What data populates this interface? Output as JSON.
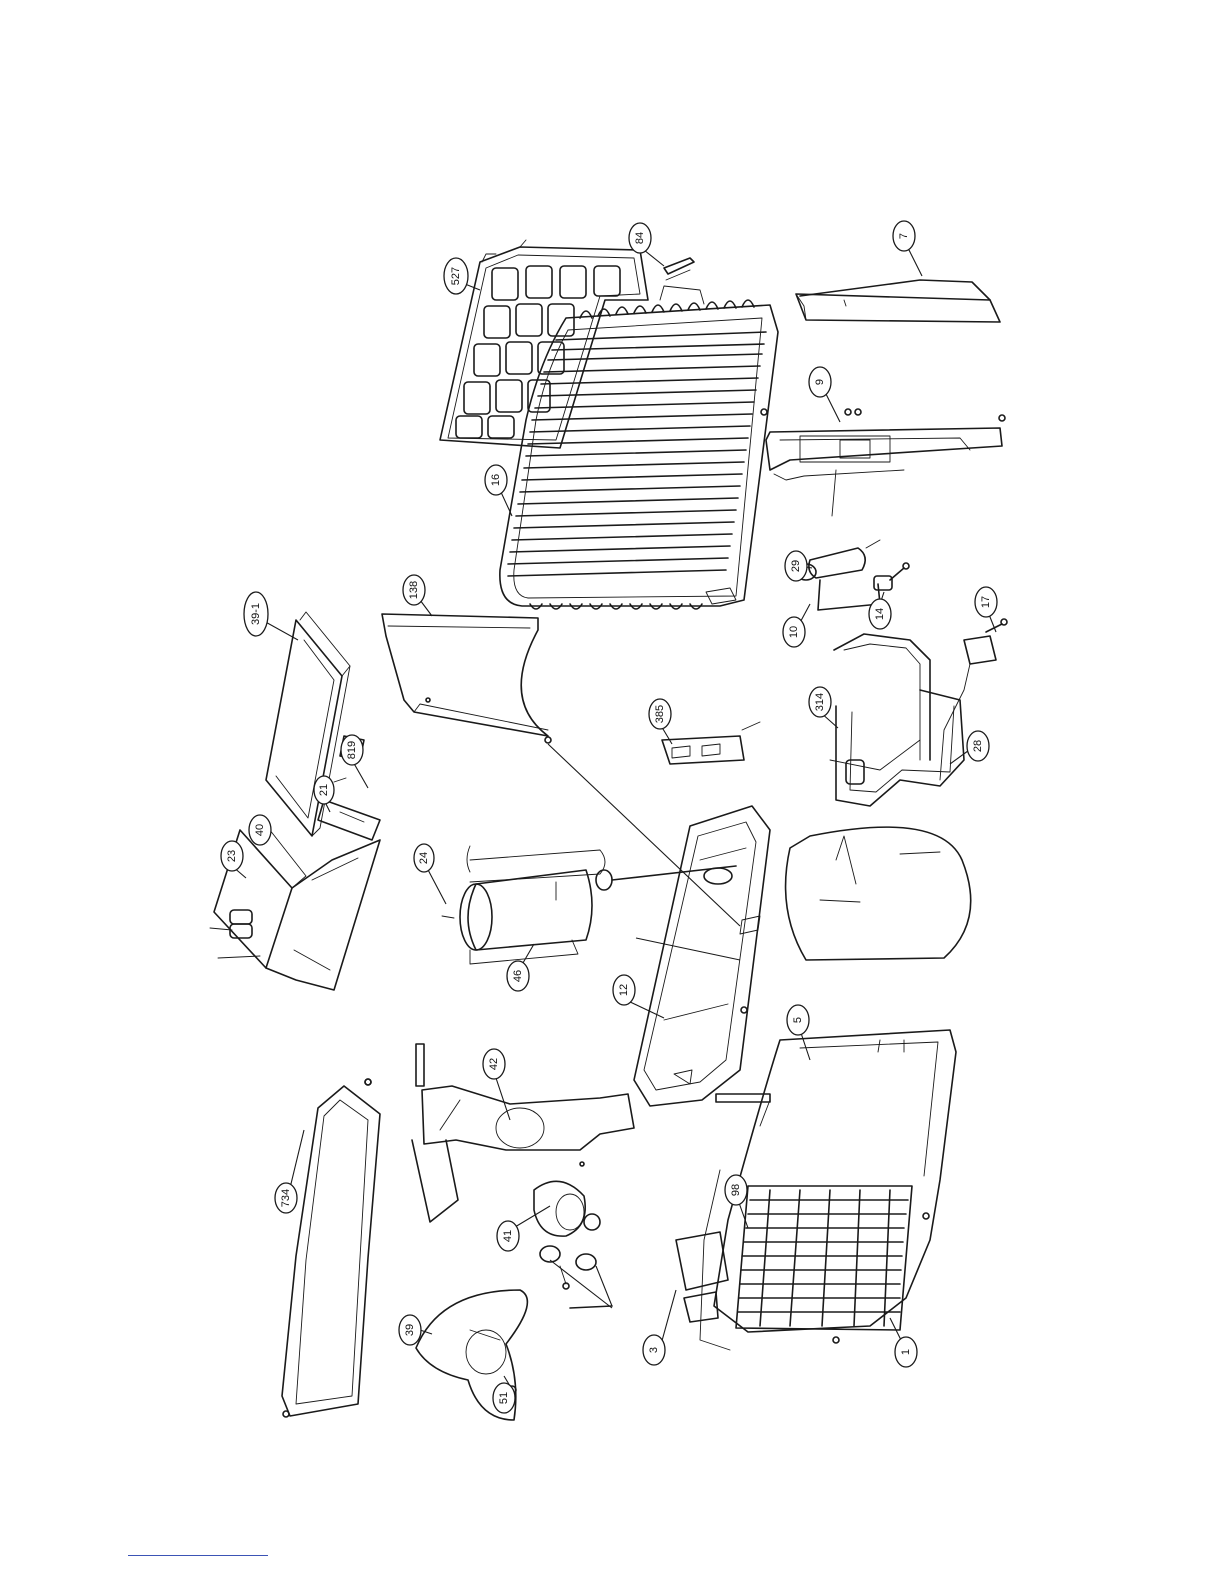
{
  "diagram": {
    "kind": "exploded parts view",
    "orientation": "rotated 90 degrees counter-clockwise",
    "callouts": [
      {
        "id": "527",
        "label": "527"
      },
      {
        "id": "84",
        "label": "84"
      },
      {
        "id": "7",
        "label": "7"
      },
      {
        "id": "16",
        "label": "16"
      },
      {
        "id": "9",
        "label": "9"
      },
      {
        "id": "39-1",
        "label": "39-1"
      },
      {
        "id": "138",
        "label": "138"
      },
      {
        "id": "29",
        "label": "29"
      },
      {
        "id": "10",
        "label": "10"
      },
      {
        "id": "14",
        "label": "14"
      },
      {
        "id": "17",
        "label": "17"
      },
      {
        "id": "819",
        "label": "819"
      },
      {
        "id": "21",
        "label": "21"
      },
      {
        "id": "40",
        "label": "40"
      },
      {
        "id": "23",
        "label": "23"
      },
      {
        "id": "24",
        "label": "24"
      },
      {
        "id": "385",
        "label": "385"
      },
      {
        "id": "314",
        "label": "314"
      },
      {
        "id": "28",
        "label": "28"
      },
      {
        "id": "46",
        "label": "46"
      },
      {
        "id": "12",
        "label": "12"
      },
      {
        "id": "5",
        "label": "5"
      },
      {
        "id": "42",
        "label": "42"
      },
      {
        "id": "734",
        "label": "734"
      },
      {
        "id": "98",
        "label": "98"
      },
      {
        "id": "41",
        "label": "41"
      },
      {
        "id": "39",
        "label": "39"
      },
      {
        "id": "3",
        "label": "3"
      },
      {
        "id": "51",
        "label": "51"
      },
      {
        "id": "1",
        "label": "1"
      }
    ]
  }
}
